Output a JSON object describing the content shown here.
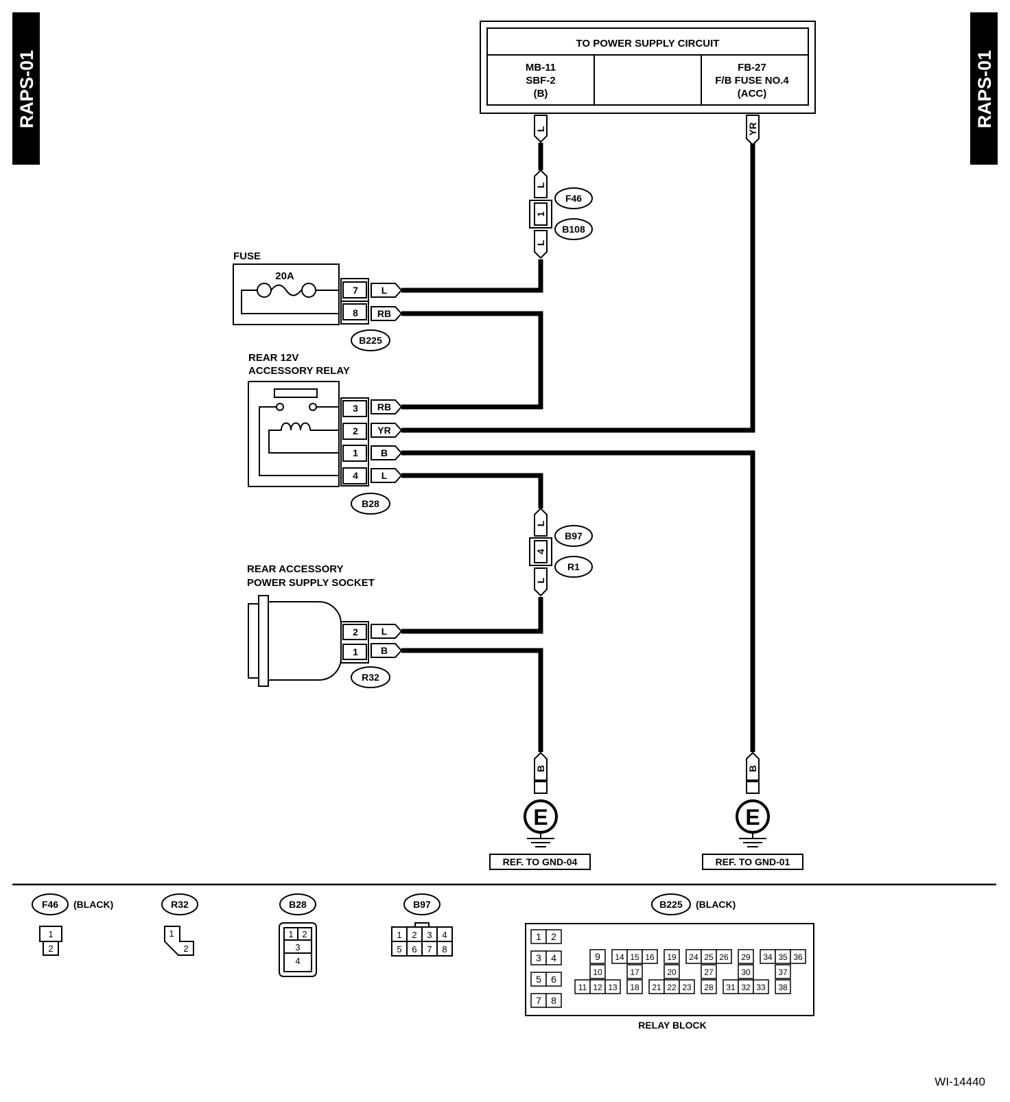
{
  "side_tabs": {
    "left": "RAPS-01",
    "right": "RAPS-01"
  },
  "power_supply": {
    "title": "TO POWER SUPPLY CIRCUIT",
    "left": [
      "MB-11",
      "SBF-2",
      "(B)"
    ],
    "right": [
      "FB-27",
      "F/B FUSE NO.4",
      "(ACC)"
    ]
  },
  "colors": {
    "L": "L",
    "RB": "RB",
    "YR": "YR",
    "B": "B"
  },
  "connectors": {
    "F46": "F46",
    "B108": "B108",
    "B225": "B225",
    "B28": "B28",
    "B97": "B97",
    "R1": "R1",
    "R32": "R32"
  },
  "inline_pins": {
    "f46": "1",
    "b97": "4"
  },
  "fuse": {
    "title": "FUSE",
    "rating": "20A",
    "pins": [
      "7",
      "8"
    ]
  },
  "relay": {
    "title_line1": "REAR 12V",
    "title_line2": "ACCESSORY RELAY",
    "pins": [
      "3",
      "2",
      "1",
      "4"
    ]
  },
  "socket": {
    "title_line1": "REAR ACCESSORY",
    "title_line2": "POWER SUPPLY SOCKET",
    "pins": [
      "2",
      "1"
    ]
  },
  "grounds": {
    "symbol": "E",
    "left_ref": "REF. TO GND-04",
    "right_ref": "REF. TO GND-01"
  },
  "legend": {
    "f46_note": "(BLACK)",
    "b225_note": "(BLACK)",
    "relay_block": "RELAY BLOCK"
  },
  "figure_id": "WI-14440"
}
